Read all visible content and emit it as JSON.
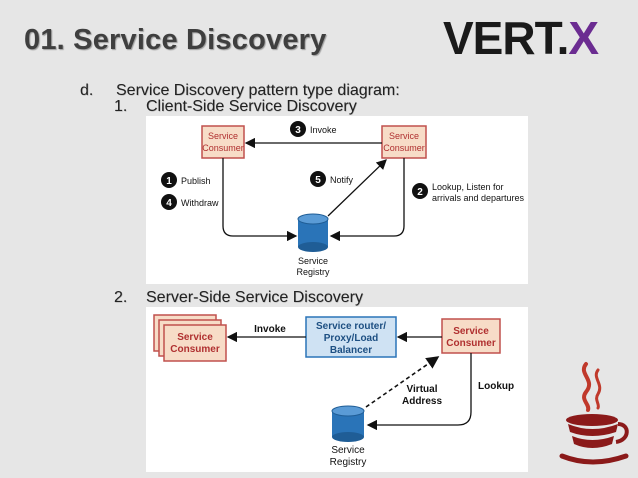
{
  "slide": {
    "title": "01. Service Discovery",
    "logo_text": "VERT.X",
    "colors": {
      "accent": "#6b2c91",
      "box_fill": "#f7dcc7",
      "box_border": "#c0504d",
      "registry": "#2a74b8",
      "router_fill": "#cfe2f3"
    }
  },
  "bullets": {
    "d_marker": "d.",
    "d_text": "Service Discovery pattern type diagram:",
    "one_marker": "1.",
    "one_text": "Client-Side Service Discovery",
    "two_marker": "2.",
    "two_text": "Server-Side Service Discovery"
  },
  "diagram_client": {
    "consumer_left_line1": "Service",
    "consumer_left_line2": "Consumer",
    "consumer_right_line1": "Service",
    "consumer_right_line2": "Consumer",
    "step3_num": "3",
    "step3_label": "Invoke",
    "step1_num": "1",
    "step1_label": "Publish",
    "step4_num": "4",
    "step4_label": "Withdraw",
    "step5_num": "5",
    "step5_label": "Notify",
    "step2_num": "2",
    "step2_label_line1": "Lookup, Listen for",
    "step2_label_line2": "arrivals and departures",
    "registry_line1": "Service",
    "registry_line2": "Registry"
  },
  "diagram_server": {
    "consumers_line1": "Service",
    "consumers_line2": "Consumer",
    "invoke_label": "Invoke",
    "router_line1": "Service router/",
    "router_line2": "Proxy/Load",
    "router_line3": "Balancer",
    "consumer_line1": "Service",
    "consumer_line2": "Consumer",
    "virtual_line1": "Virtual",
    "virtual_line2": "Address",
    "lookup_label": "Lookup",
    "registry_line1": "Service",
    "registry_line2": "Registry"
  }
}
